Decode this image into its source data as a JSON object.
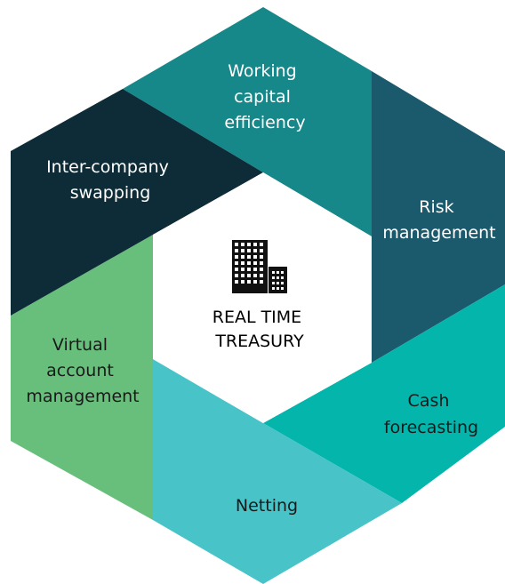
{
  "diagram": {
    "center": {
      "icon": "office-building-icon",
      "title_lines": [
        "REAL TIME",
        "TREASURY"
      ]
    },
    "segments": [
      {
        "id": "working-capital",
        "lines": [
          "Working",
          "capital",
          "efficiency"
        ],
        "color": "#17888A",
        "text_color": "#ffffff"
      },
      {
        "id": "risk",
        "lines": [
          "Risk",
          "management"
        ],
        "color": "#1B5A6C",
        "text_color": "#ffffff"
      },
      {
        "id": "cash-forecasting",
        "lines": [
          "Cash",
          "forecasting"
        ],
        "color": "#04B5AC",
        "text_color": "#1a1a1a"
      },
      {
        "id": "netting",
        "lines": [
          "Netting"
        ],
        "color": "#48C3C8",
        "text_color": "#1a1a1a"
      },
      {
        "id": "virtual-account",
        "lines": [
          "Virtual",
          "account",
          "management"
        ],
        "color": "#67BF7B",
        "text_color": "#1a1a1a"
      },
      {
        "id": "inter-company",
        "lines": [
          "Inter-company",
          "swapping"
        ],
        "color": "#0D2C37",
        "text_color": "#ffffff"
      }
    ]
  }
}
